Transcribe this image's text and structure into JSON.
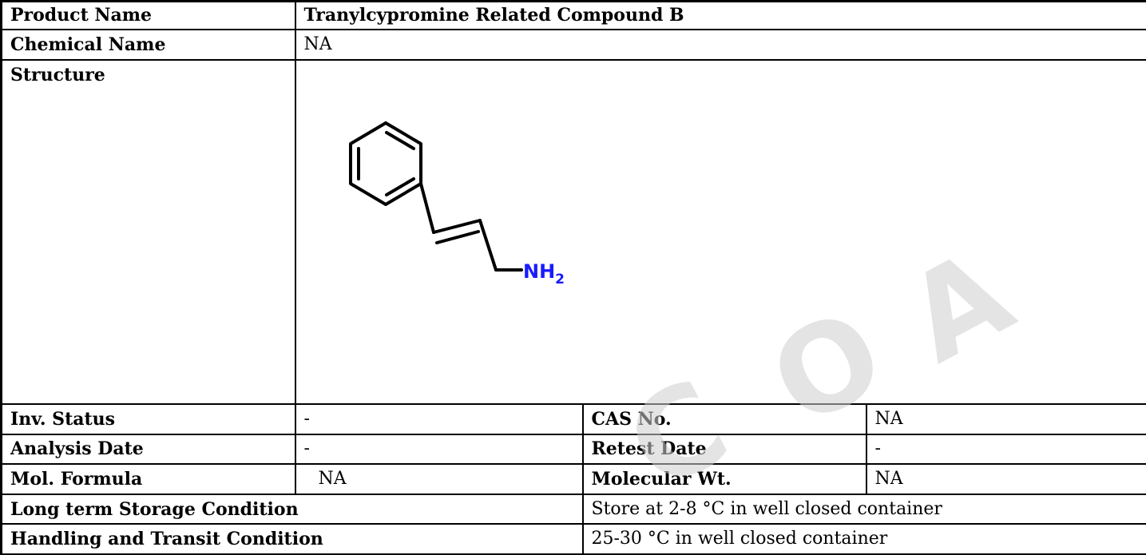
{
  "product_name": {
    "label": "Product Name",
    "value": "Tranylcypromine Related Compound B"
  },
  "chemical_name": {
    "label": "Chemical Name",
    "value": "NA"
  },
  "structure": {
    "label": "Structure",
    "amine_main": "NH",
    "amine_sub": "2",
    "bond_color": "#000000",
    "amine_color": "#1a1aff"
  },
  "rows": [
    {
      "label_a": "Inv. Status",
      "value_a": "-",
      "label_b": "CAS No.",
      "value_b": "NA"
    },
    {
      "label_a": "Analysis Date",
      "value_a": "-",
      "label_b": "Retest Date",
      "value_b": "-"
    },
    {
      "label_a": "Mol. Formula",
      "value_a": "NA",
      "label_b": "Molecular Wt.",
      "value_b": "NA"
    }
  ],
  "storage": {
    "label": "Long term Storage Condition",
    "value": "Store at 2-8 °C in well closed container"
  },
  "handling": {
    "label": "Handling and Transit Condition",
    "value": "25-30 °C in well closed container"
  },
  "watermark": {
    "letters": [
      "C",
      "O",
      "A"
    ],
    "color": "#cfcfcf"
  }
}
